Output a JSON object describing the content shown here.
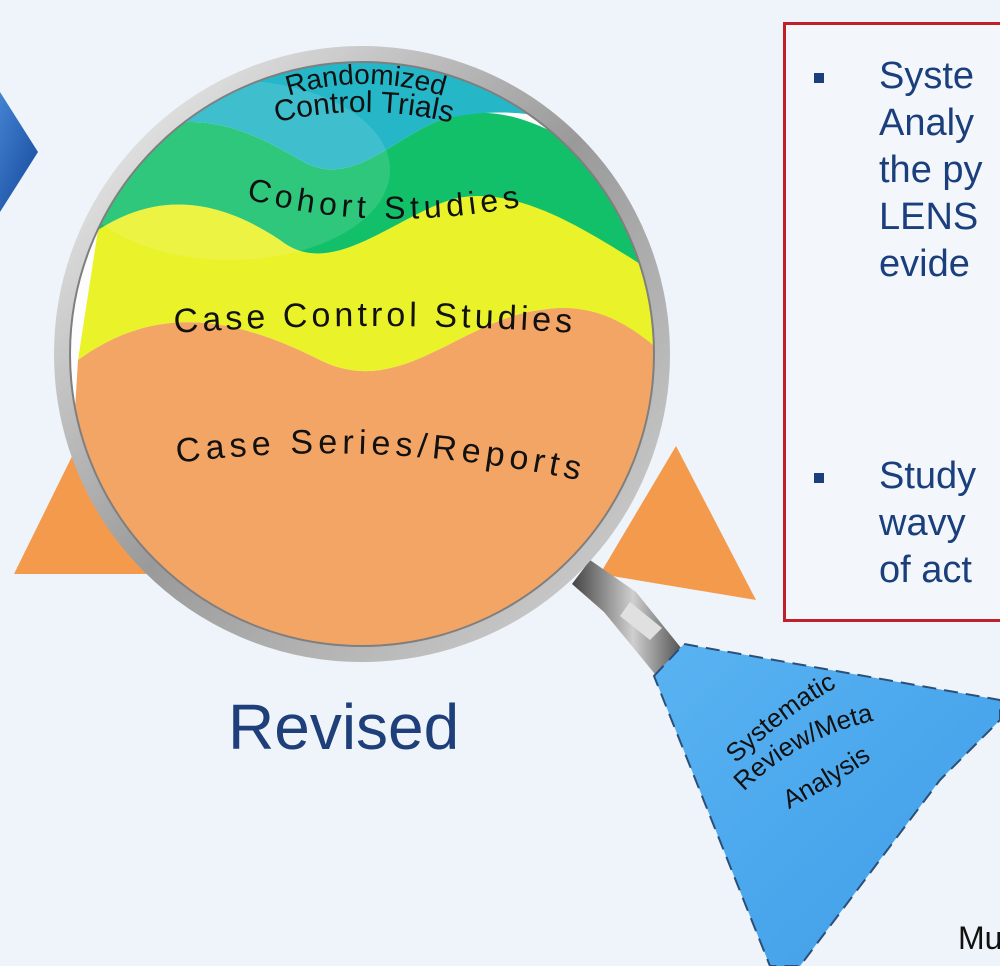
{
  "diagram": {
    "layers": [
      {
        "id": "rct",
        "label": "Randomized\nControl Trials",
        "line1": "Randomized",
        "line2": "Control Trials",
        "color": "#25b6c8"
      },
      {
        "id": "cohort",
        "label": "Cohort Studies",
        "color": "#12c06a"
      },
      {
        "id": "casecontrol",
        "label": "Case Control Studies",
        "color": "#eaf22a"
      },
      {
        "id": "caseseries",
        "label": "Case Series/Reports",
        "color": "#f3a566"
      }
    ],
    "lens_label": {
      "line1": "Systematic",
      "line2": "Review/Meta",
      "line3": "Analysis",
      "color": "#4aa7ee"
    },
    "caption": "Revised"
  },
  "info_box": {
    "border_color": "#c0202a",
    "bullet1": {
      "line1": "Syste",
      "line2": "Analy",
      "line3": "the py",
      "line4": "LENS",
      "line5": "evide"
    },
    "bullet2": {
      "line1": "Study",
      "line2": "wavy",
      "line3": "of act"
    }
  },
  "footer_text": "Mu",
  "colors": {
    "background": "#eef4f9",
    "arrow": "#1f5fae",
    "triangle": "#f39a4c",
    "text_blue": "#1a3f7c"
  }
}
